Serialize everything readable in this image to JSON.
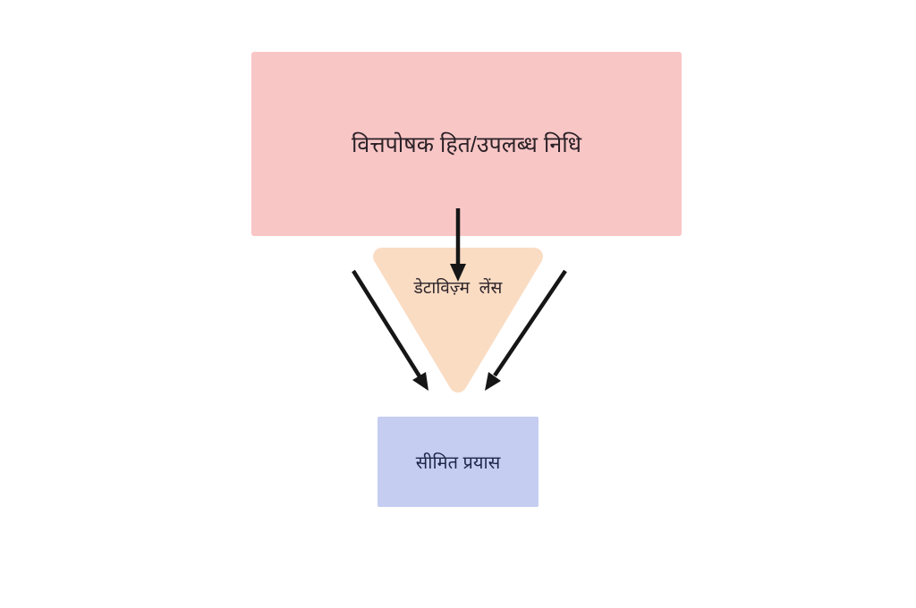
{
  "page": {
    "background": "#ffffff"
  },
  "diagram": {
    "funder_box": {
      "label": "वित्तपोषक हित/उपलब्ध निधि",
      "fill": "#f9c6c6",
      "text_color": "#2b2228"
    },
    "lens_funnel": {
      "label": "डेटाविज़्म  लेंस",
      "fill": "#fadcc3",
      "text_color": "#2b2228"
    },
    "effort_box": {
      "label": "सीमित प्रयास",
      "fill": "#c5cdf1",
      "text_color": "#1e2747"
    },
    "arrows": {
      "color": "#161616",
      "funder_to_lens": "funder-to-lens-arrow",
      "lens_left_to_effort": "lens-to-effort-left-arrow",
      "lens_right_to_effort": "lens-to-effort-right-arrow"
    }
  }
}
